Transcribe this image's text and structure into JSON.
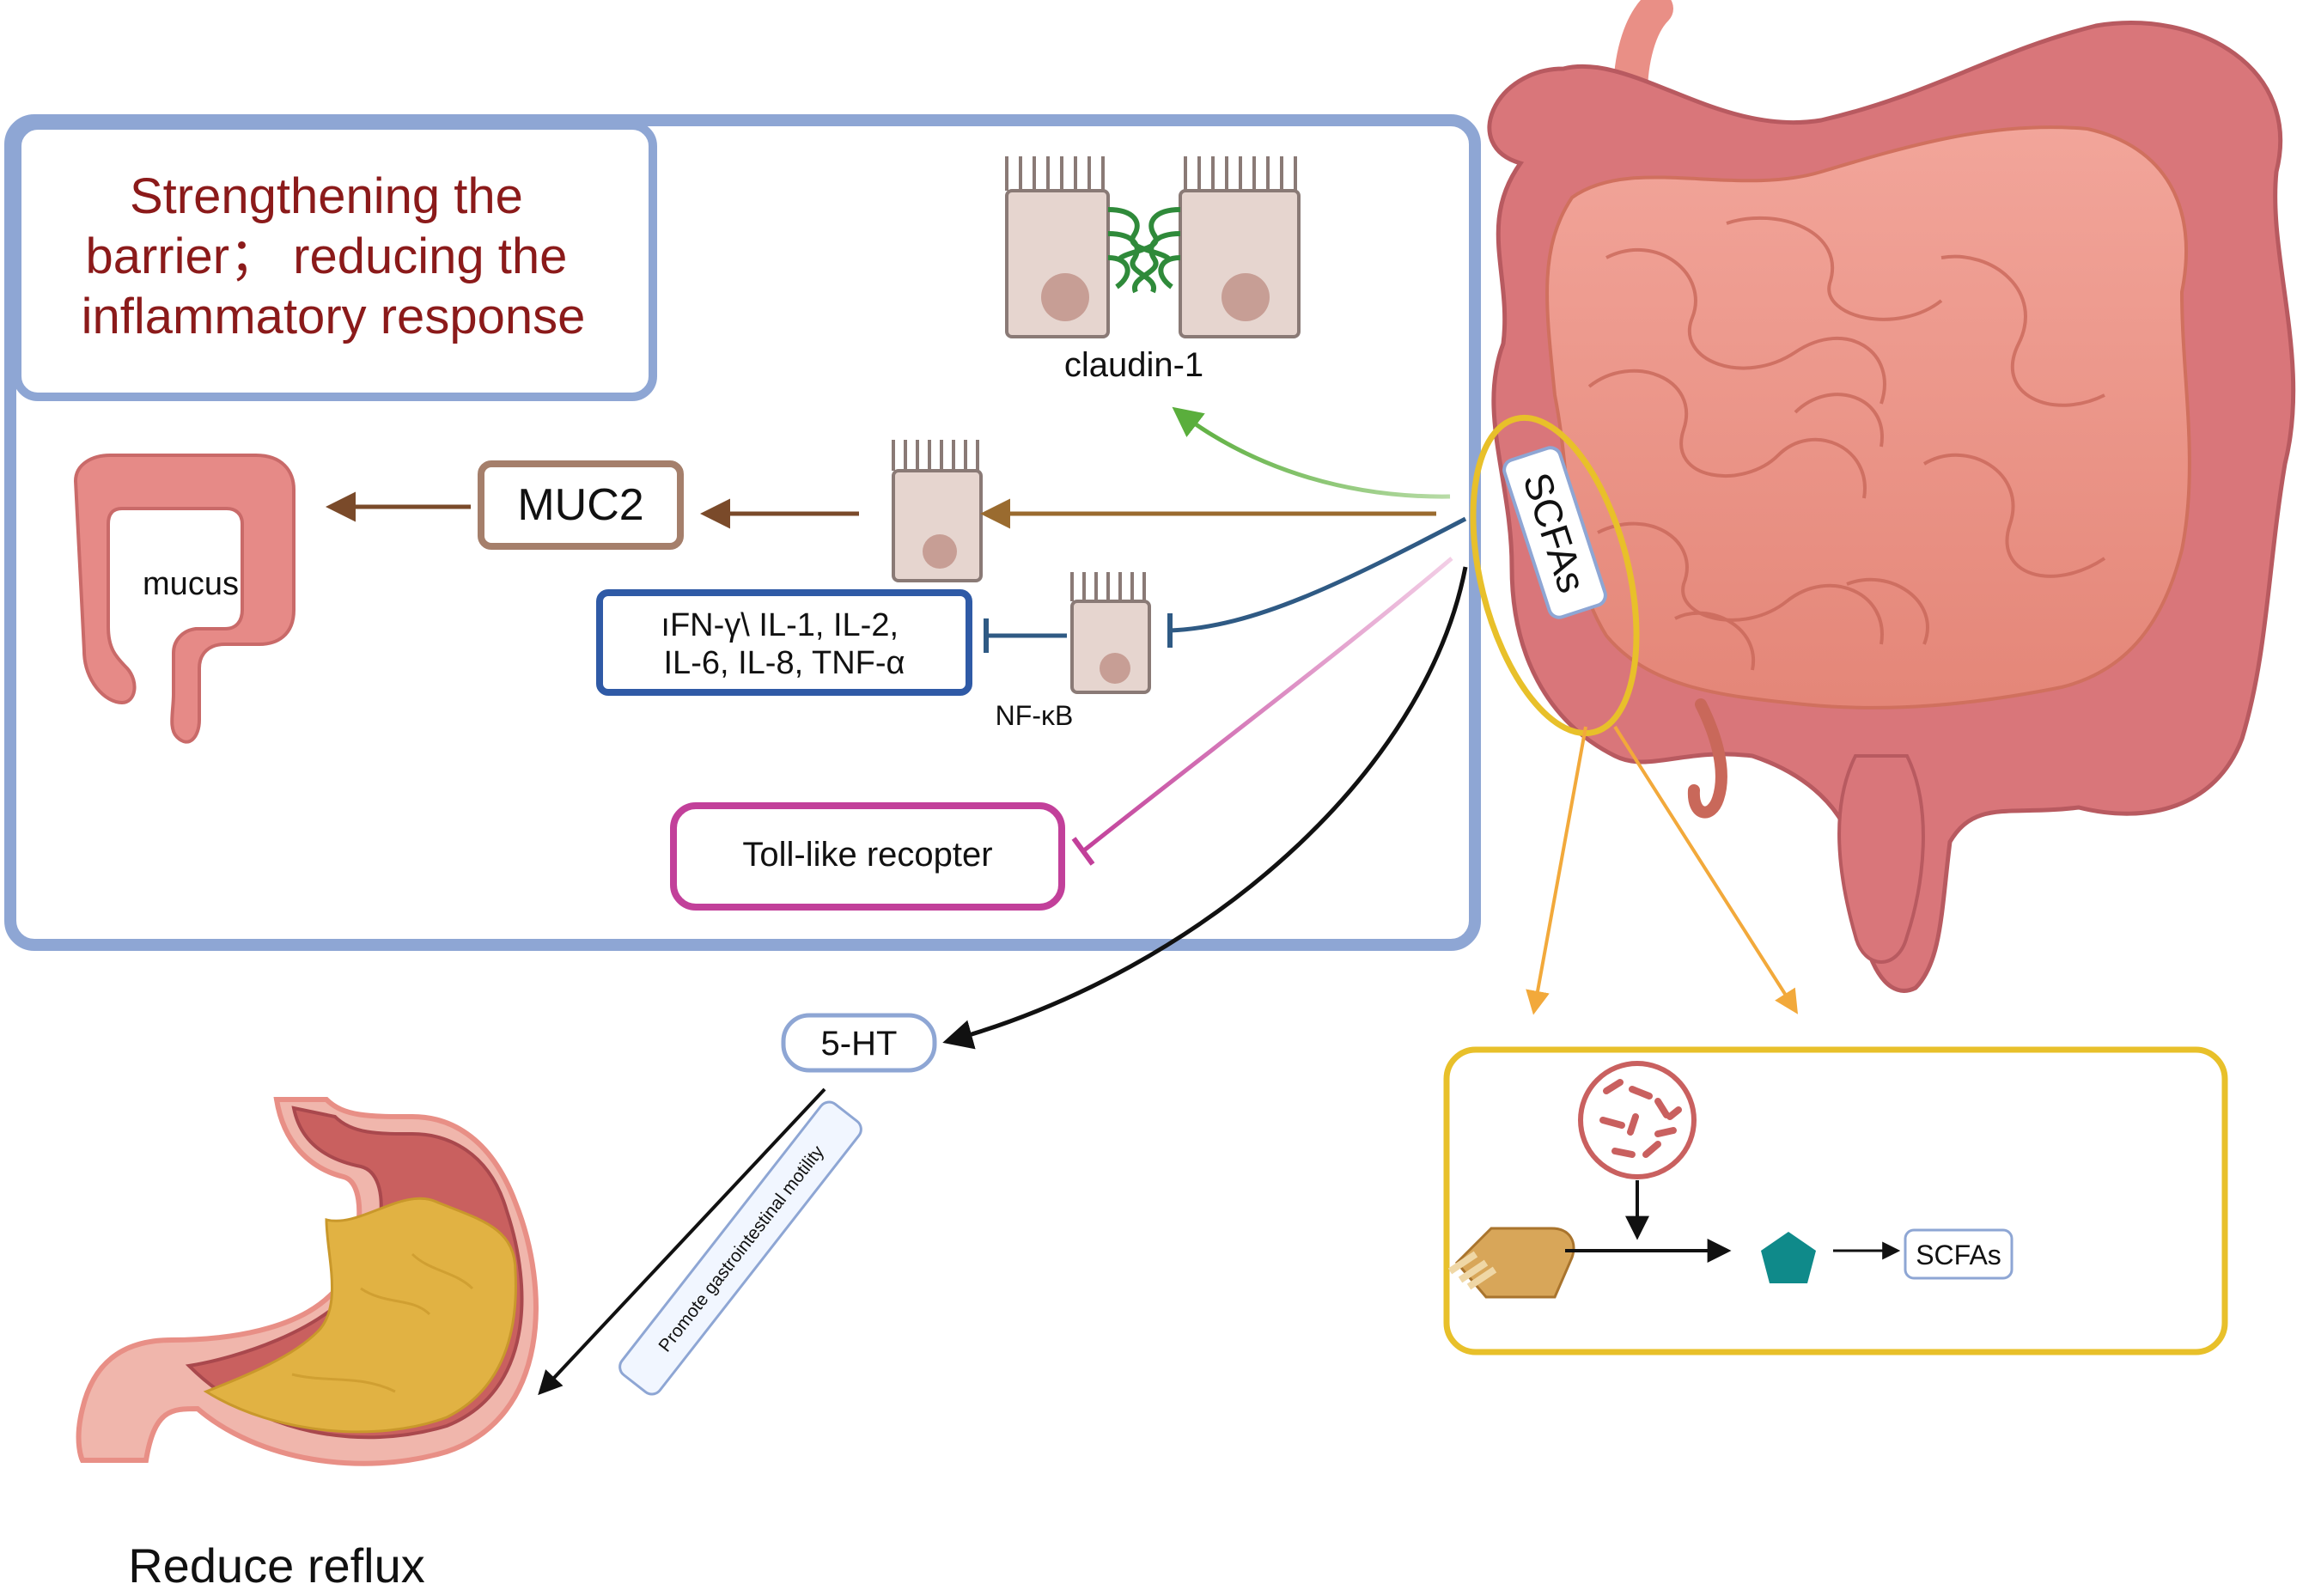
{
  "panel": {
    "title_lines": [
      "Strengthening the",
      "barrier； reducing the",
      "inflammatory response"
    ],
    "claudin_label": "claudin-1",
    "mucus_label": "mucus",
    "muc2_label": "MUC2",
    "cytokines_lines": [
      "ıFN-γ\\ IL-1, IL-2,",
      "IL-6, IL-8, TNF-α"
    ],
    "nfkb_label": "NF-κB",
    "tlr_label": "Toll-like recopter"
  },
  "center": {
    "scfas_label": "SCFAs",
    "serotonin_label": "5-HT",
    "motility_label": "Promote gastrointestinal motility",
    "outcome_label": "Reduce reflux"
  },
  "production": {
    "scfas_label": "SCFAs"
  },
  "colors": {
    "panel_border": "#8ea6d4",
    "title_text": "#8b1a1a",
    "claudin_arrow": "#5aae3c",
    "muc2_arrow": "#9a6b2f",
    "inhibit_blue": "#2f5a84",
    "cytokine_box": "#2f5aa6",
    "tlr_magenta": "#c2409a",
    "scfa_yellow": "#e8c02a",
    "scfa_orange": "#f2a93b",
    "pentagon": "#0f8a8a"
  },
  "icons": [
    "colon-icon",
    "small-intestine-icon",
    "epithelial-cell-icon",
    "stomach-icon",
    "bacteria-icon",
    "bread-icon",
    "pentagon-icon"
  ]
}
